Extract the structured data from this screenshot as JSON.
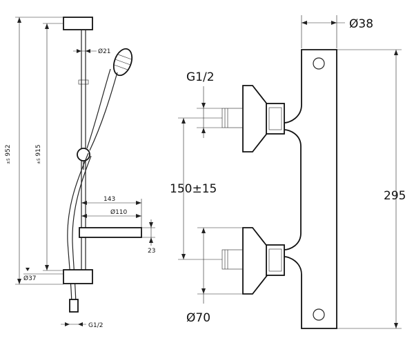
{
  "left_view": {
    "dim_total_height": "952",
    "dim_total_tol": "±5",
    "dim_bar_height": "915",
    "dim_bar_tol": "±5",
    "dim_handle_dia": "Ø21",
    "dim_reach": "143",
    "dim_shelf": "Ø110",
    "dim_shelf_height": "23",
    "dim_bracket_dia": "Ø37",
    "dim_hose_thread": "G1/2"
  },
  "right_view": {
    "dim_width": "Ø38",
    "dim_inlet_thread": "G1/2",
    "dim_centers": "150±15",
    "dim_height": "295",
    "dim_escutcheon": "Ø70"
  }
}
